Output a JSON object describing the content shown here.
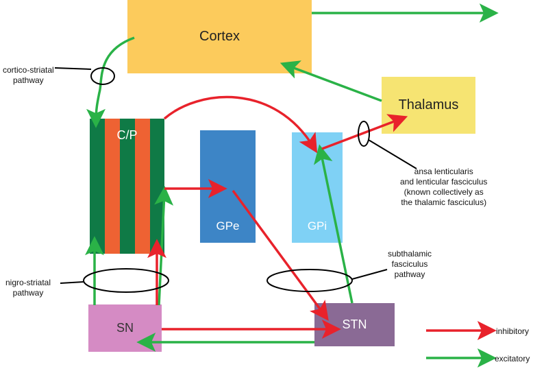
{
  "colors": {
    "cortex": "#fccb5c",
    "thalamus": "#f6e472",
    "cp_green": "#0f7a46",
    "cp_orange": "#ee6233",
    "gpe": "#3d85c6",
    "gpi": "#7fd1f5",
    "sn": "#d58bc4",
    "stn": "#8a6a95",
    "inhibitory": "#e8222b",
    "excitatory": "#2ab247"
  },
  "nodes": {
    "cortex": "Cortex",
    "thalamus": "Thalamus",
    "cp": "C/P",
    "gpe": "GPe",
    "gpi": "GPi",
    "sn": "SN",
    "stn": "STN"
  },
  "labels": {
    "cortico_striatal": [
      "cortico-striatal",
      "pathway"
    ],
    "ansa": [
      "ansa lenticularis",
      "and lenticular fasciculus",
      "(known collectively as",
      "the thalamic fasciculus)"
    ],
    "nigro_striatal": [
      "nigro-striatal",
      "pathway"
    ],
    "subthalamic": [
      "subthalamic",
      "fasciculus",
      "pathway"
    ]
  },
  "legend": {
    "inhibitory": "inhibitory",
    "excitatory": "excitatory"
  }
}
